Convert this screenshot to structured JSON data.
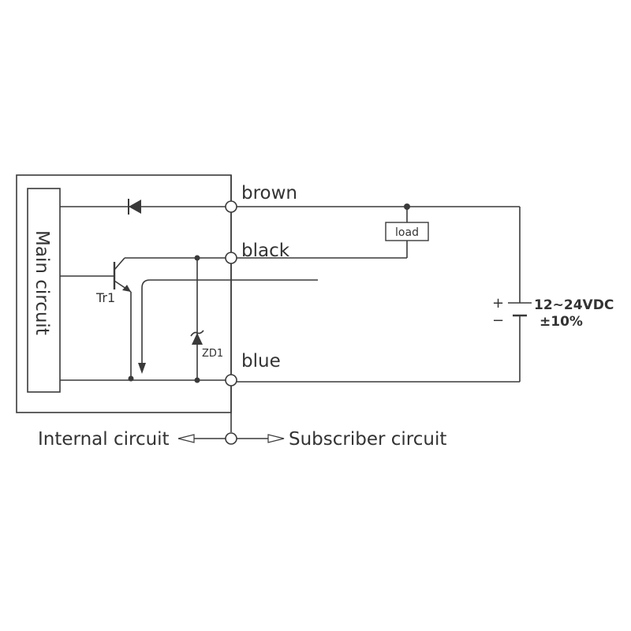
{
  "main_circuit_label": "Main circuit",
  "terminals": {
    "brown": "brown",
    "black": "black",
    "blue": "blue"
  },
  "load_label": "load",
  "transistor_label": "Tr1",
  "zener_label": "ZD1",
  "supply": {
    "plus": "+",
    "minus": "−",
    "voltage": "12~24VDC",
    "tolerance": "±10%"
  },
  "footer": {
    "internal_label": "Internal circuit",
    "subscriber_label": "Subscriber circuit"
  }
}
